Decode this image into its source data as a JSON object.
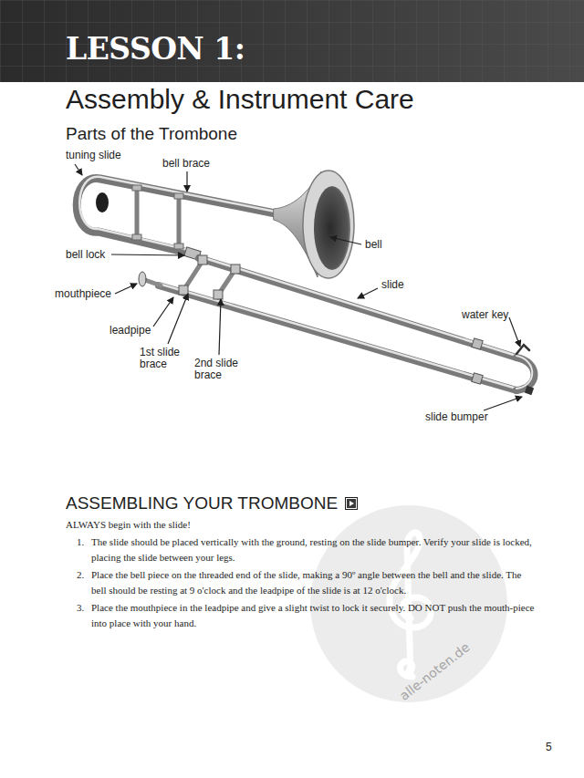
{
  "diagram": {
    "title": "LESSON 1:",
    "labels": [
      "Assembly & Instrument Care",
      "Parts of the Trombone",
      "tuning slide",
      "bell brace",
      "bell",
      "bell lock",
      "mouthpiece",
      "slide",
      "water key",
      "leadpipe",
      "1st slide brace",
      "2nd slide brace",
      "slide bumper",
      "ASSEMBLING YOUR TROMBONE",
      "ALWAYS begin with the slide!",
      "1.",
      "The slide should be placed vertically with the ground, resting on the slide bumper. Verify your slide is locked, placing the slide between your legs.",
      "2.",
      "Place the bell piece on the threaded end of the slide, making a 90º angle between the bell and the slide. The bell should be resting at 9 o'clock and the leadpipe of the slide is at 12 o'clock.",
      "3.",
      "Place the mouthpiece in the leadpipe and give a slight twist to lock it securely. DO NOT push the mouth-piece into place with your hand.",
      "5",
      "alle-noten.de"
    ]
  }
}
